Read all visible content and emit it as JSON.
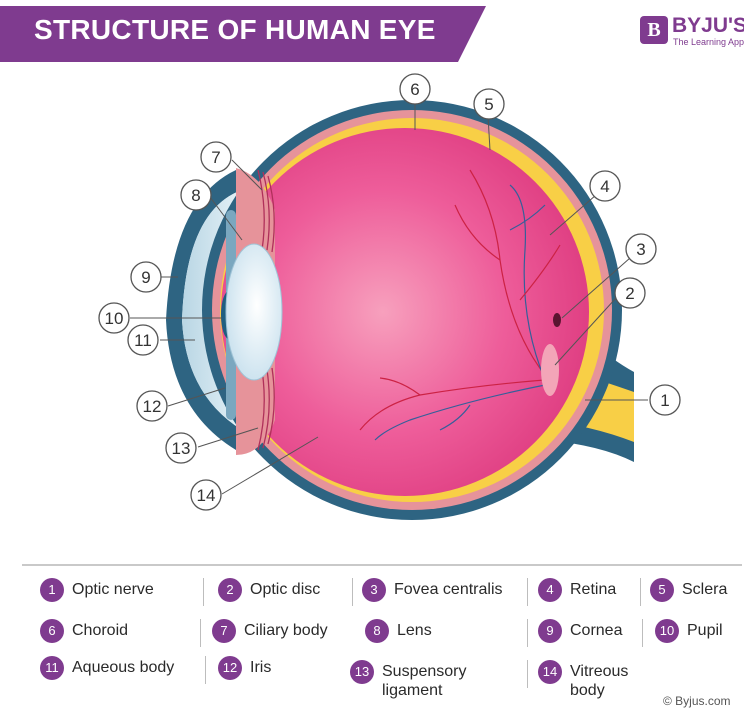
{
  "header": {
    "title": "STRUCTURE OF HUMAN EYE"
  },
  "brand": {
    "mark": "B",
    "name": "BYJU'S",
    "tagline": "The Learning App",
    "color": "#7f3b8f"
  },
  "diagram": {
    "callouts": [
      {
        "num": "1",
        "name": "optic-nerve"
      },
      {
        "num": "2",
        "name": "optic-disc"
      },
      {
        "num": "3",
        "name": "fovea-centralis"
      },
      {
        "num": "4",
        "name": "retina"
      },
      {
        "num": "5",
        "name": "sclera"
      },
      {
        "num": "6",
        "name": "choroid"
      },
      {
        "num": "7",
        "name": "ciliary-body"
      },
      {
        "num": "8",
        "name": "lens"
      },
      {
        "num": "9",
        "name": "cornea"
      },
      {
        "num": "10",
        "name": "pupil"
      },
      {
        "num": "11",
        "name": "aqueous-body"
      },
      {
        "num": "12",
        "name": "iris"
      },
      {
        "num": "13",
        "name": "suspensory-ligament"
      },
      {
        "num": "14",
        "name": "vitreous-body"
      }
    ]
  },
  "legend": [
    {
      "num": "1",
      "label": "Optic nerve"
    },
    {
      "num": "2",
      "label": "Optic disc"
    },
    {
      "num": "3",
      "label": "Fovea centralis"
    },
    {
      "num": "4",
      "label": "Retina"
    },
    {
      "num": "5",
      "label": "Sclera"
    },
    {
      "num": "6",
      "label": "Choroid"
    },
    {
      "num": "7",
      "label": "Ciliary body"
    },
    {
      "num": "8",
      "label": "Lens"
    },
    {
      "num": "9",
      "label": "Cornea"
    },
    {
      "num": "10",
      "label": "Pupil"
    },
    {
      "num": "11",
      "label": "Aqueous body"
    },
    {
      "num": "12",
      "label": "Iris"
    },
    {
      "num": "13",
      "label": "Suspensory\nligament"
    },
    {
      "num": "14",
      "label": "Vitreous\nbody"
    }
  ],
  "footer": {
    "copyright": "© Byjus.com"
  }
}
